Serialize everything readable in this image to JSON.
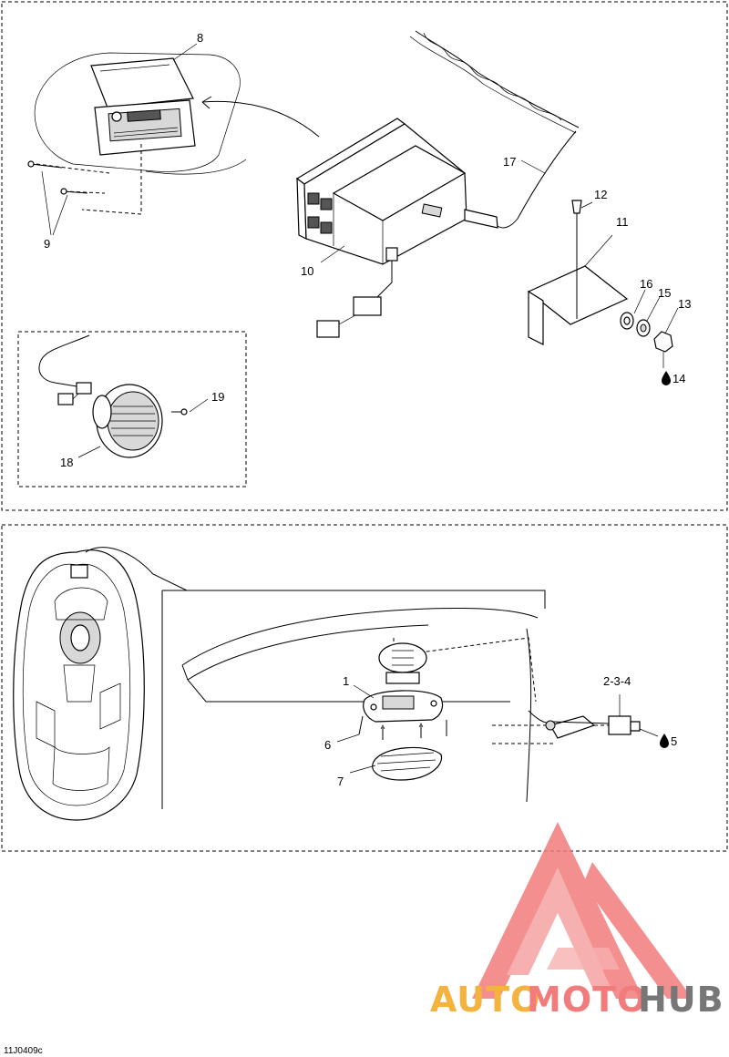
{
  "diagram": {
    "callouts": {
      "c1": "1",
      "c2_3_4": "2-3-4",
      "c5": "5",
      "c6": "6",
      "c7": "7",
      "c8": "8",
      "c9": "9",
      "c10": "10",
      "c11": "11",
      "c12": "12",
      "c13": "13",
      "c14": "14",
      "c15": "15",
      "c16": "16",
      "c17": "17",
      "c18": "18",
      "c19": "19"
    },
    "drawing_code": "11J0409c"
  },
  "watermark": {
    "part1": "AUTO",
    "part2": "MOTO",
    "part3": "HUB",
    "colors": {
      "yellow": "#f4b23e",
      "red": "#f27c7c",
      "grey": "#777777"
    }
  },
  "icons": {
    "drop": "oil-drop-icon"
  }
}
